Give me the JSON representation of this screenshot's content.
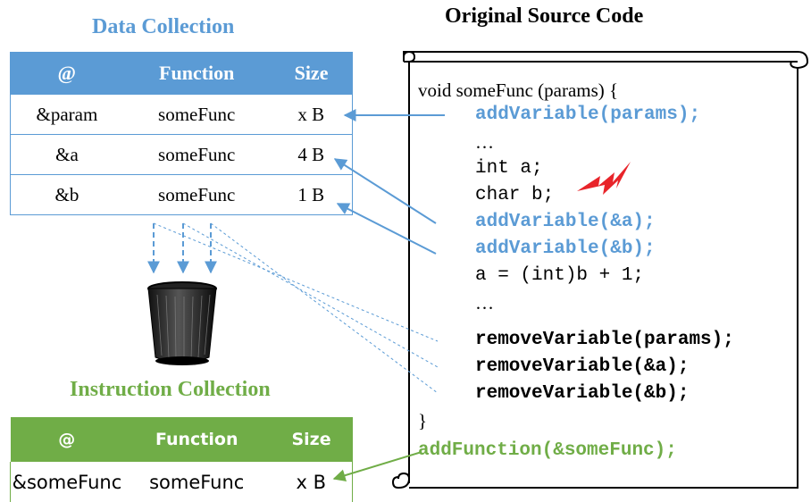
{
  "data_collection": {
    "title": "Data Collection",
    "headers": [
      "@",
      "Function",
      "Size"
    ],
    "rows": [
      [
        "&param",
        "someFunc",
        "x B"
      ],
      [
        "&a",
        "someFunc",
        "4 B"
      ],
      [
        "&b",
        "someFunc",
        "1 B"
      ]
    ]
  },
  "instruction_collection": {
    "title": "Instruction Collection",
    "headers": [
      "@",
      "Function",
      "Size"
    ],
    "rows": [
      [
        "&someFunc",
        "someFunc",
        "x B"
      ]
    ]
  },
  "source_code": {
    "title": "Original Source Code",
    "lines": [
      "void someFunc (params) {",
      "addVariable(params);",
      "…",
      "int a;",
      "char b;",
      "addVariable(&a);",
      "addVariable(&b);",
      "a = (int)b + 1;",
      "…",
      "removeVariable(params);",
      "removeVariable(&a);",
      "removeVariable(&b);",
      "}",
      "addFunction(&someFunc);"
    ]
  },
  "colors": {
    "blue": "#5b9bd5",
    "green": "#70ad47",
    "red": "#e8242a"
  },
  "icons": {
    "trash": "trash-bin-icon",
    "lightning": "lightning-bolt-icon",
    "scroll": "scroll-icon"
  }
}
